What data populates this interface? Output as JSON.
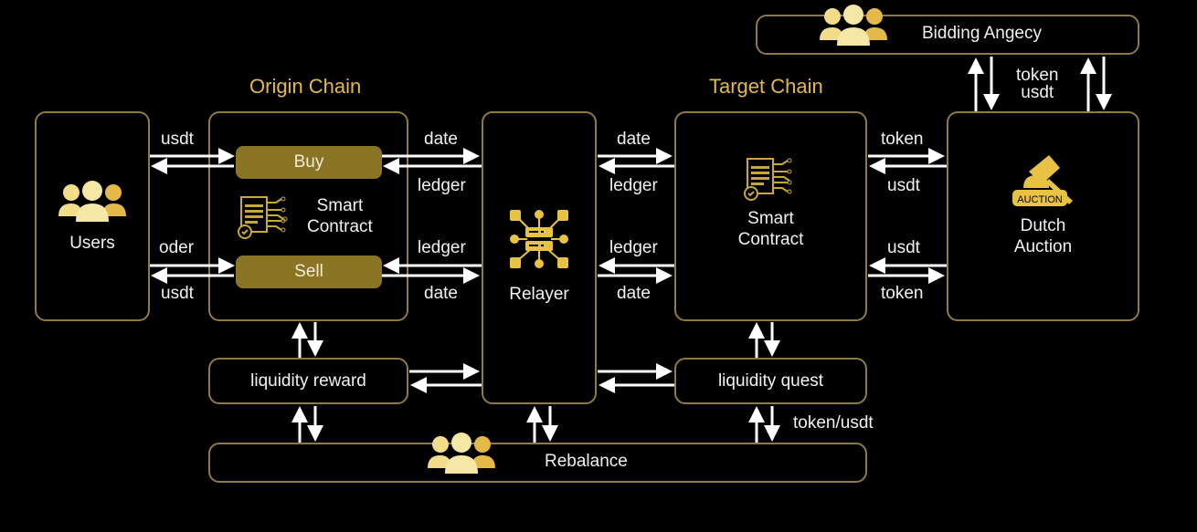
{
  "colors": {
    "background": "#000000",
    "border": "#8e7a45",
    "accent_gold": "#e3b94a",
    "pill_fill": "#8a7426",
    "text": "#f0f0f0",
    "arrow": "#ffffff"
  },
  "sections": {
    "origin_title": "Origin Chain",
    "target_title": "Target Chain"
  },
  "nodes": {
    "users": {
      "label": "Users",
      "icon": "users-icon"
    },
    "origin_contract": {
      "label_line1": "Smart",
      "label_line2": "Contract",
      "icon": "smart-contract-icon",
      "buy": "Buy",
      "sell": "Sell"
    },
    "relayer": {
      "label": "Relayer",
      "icon": "relayer-network-icon"
    },
    "target_contract": {
      "label_line1": "Smart",
      "label_line2": "Contract",
      "icon": "smart-contract-icon"
    },
    "dutch_auction": {
      "label_line1": "Dutch",
      "label_line2": "Auction",
      "icon": "auction-gavel-icon",
      "badge": "AUCTION"
    },
    "bidding_agency": {
      "label": "Bidding Angecy",
      "icon": "users-icon"
    },
    "liquidity_reward": {
      "label": "liquidity reward"
    },
    "liquidity_quest": {
      "label": "liquidity quest"
    },
    "rebalance": {
      "label": "Rebalance",
      "icon": "users-icon"
    }
  },
  "edges": {
    "users_buy_top": "usdt",
    "users_sell_top": "oder",
    "users_sell_bottom": "usdt",
    "origin_relayer_buy_top": "date",
    "origin_relayer_buy_bottom": "ledger",
    "origin_relayer_sell_top": "ledger",
    "origin_relayer_sell_bottom": "date",
    "relayer_target_top_top": "date",
    "relayer_target_top_bottom": "ledger",
    "relayer_target_bottom_top": "ledger",
    "relayer_target_bottom_bottom": "date",
    "target_auction_top_top": "token",
    "target_auction_top_bottom": "usdt",
    "target_auction_bottom_top": "usdt",
    "target_auction_bottom_bottom": "token",
    "auction_bidding_line1": "token",
    "auction_bidding_line2": "usdt",
    "quest_rebalance": "token/usdt"
  }
}
